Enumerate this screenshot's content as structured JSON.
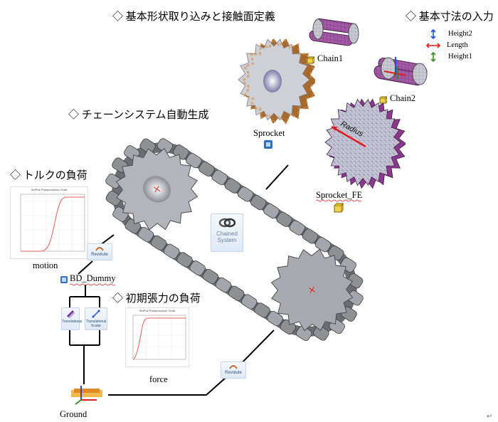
{
  "headings": {
    "shape_import": "◇ 基本形状取り込みと接触面定義",
    "basic_dims": "◇ 基本寸法の入力",
    "chain_system": "◇ チェーンシステム自動生成",
    "torque_load": "◇ トルクの負荷",
    "initial_tension": "◇ 初期張力の負荷"
  },
  "labels": {
    "chain1": "Chain1",
    "chain2": "Chain2",
    "sprocket": "Sprocket",
    "sprocket_fe": "Sprocket_FE",
    "bd_dummy": "BD_Dummy",
    "motion": "motion",
    "force": "force",
    "ground": "Ground",
    "radius": "Radius"
  },
  "dimensions": {
    "height2": "Height2",
    "length": "Length",
    "height1": "Height1"
  },
  "buttons": {
    "chained_system_line1": "Chained",
    "chained_system_line2": "System",
    "revolute_top": "Revolute",
    "revolute_bottom": "Revolute",
    "translational": "Translational",
    "translational_scalar": "Translational Scalar"
  },
  "charts": {
    "motion_title": "SetPos Postprocessor Chart",
    "force_title": "SetPos Postprocessor Chart"
  },
  "colors": {
    "sprocket_orange": "#d4904a",
    "mesh_purple": "#8a3a8c",
    "chain_gray": "#8f9094",
    "curve_red": "#e06060",
    "dim_blue": "#1f4fd8",
    "dim_red": "#e41b1b",
    "dim_green": "#3a8f1f"
  },
  "footer_mark": "↵"
}
